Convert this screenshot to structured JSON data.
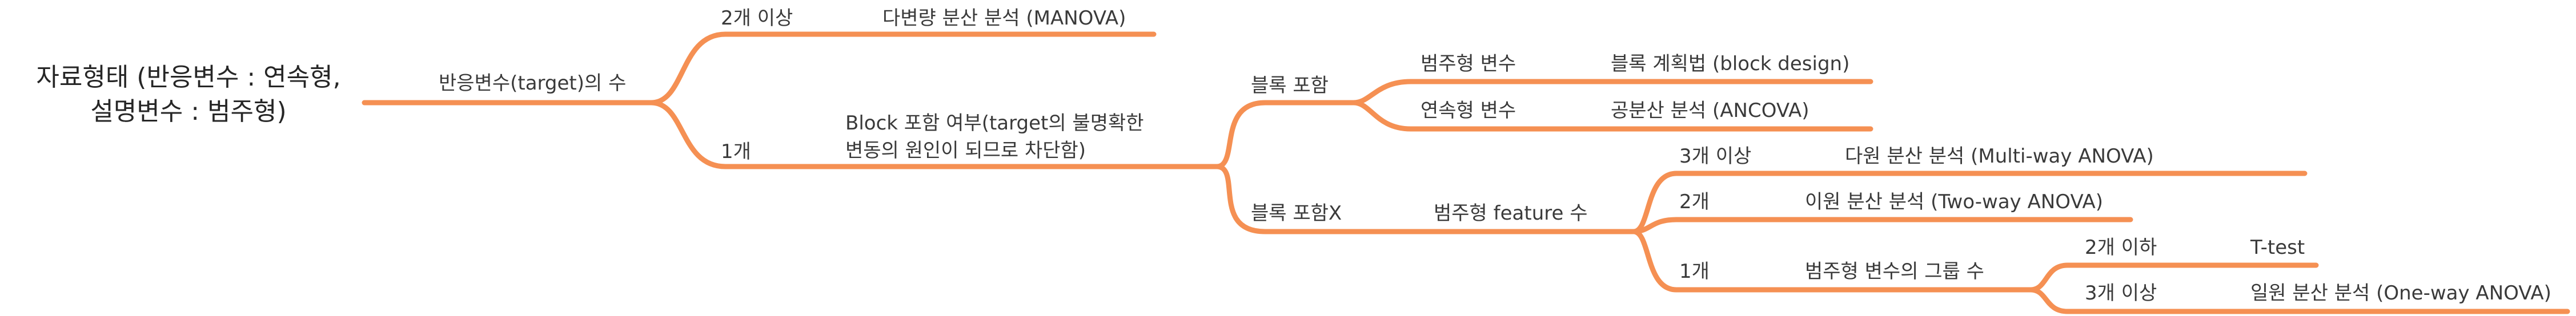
{
  "root": {
    "line1": "자료형태 (반응변수 : 연속형,",
    "line2": "설명변수 : 범주형)"
  },
  "branch_response": {
    "label": "반응변수(target)의 수"
  },
  "multi_response": {
    "label": "2개 이상",
    "method": "다변량 분산 분석 (MANOVA)"
  },
  "single_response": {
    "label": "1개",
    "question_line1": "Block 포함 여부(target의 불명확한",
    "question_line2": "변동의 원인이 되므로 차단함)"
  },
  "block_yes": {
    "label": "블록 포함",
    "categorical": {
      "label": "범주형 변수",
      "method": "블록 계획법 (block design)"
    },
    "continuous": {
      "label": "연속형 변수",
      "method": "공분산 분석 (ANCOVA)"
    }
  },
  "block_no": {
    "label": "블록 포함X",
    "feature_count": "범주형 feature 수",
    "three_plus": {
      "label": "3개 이상",
      "method": "다원 분산 분석 (Multi-way ANOVA)"
    },
    "two": {
      "label": "2개",
      "method": "이원 분산 분석 (Two-way ANOVA)"
    },
    "one": {
      "label": "1개",
      "group_count": "범주형 변수의 그룹 수",
      "two_or_less": {
        "label": "2개 이하",
        "method": "T-test"
      },
      "three_plus": {
        "label": "3개 이상",
        "method": "일원 분산 분석 (One-way ANOVA)"
      }
    }
  },
  "colors": {
    "branch": "#f59053",
    "text": "#3a3a3a"
  }
}
